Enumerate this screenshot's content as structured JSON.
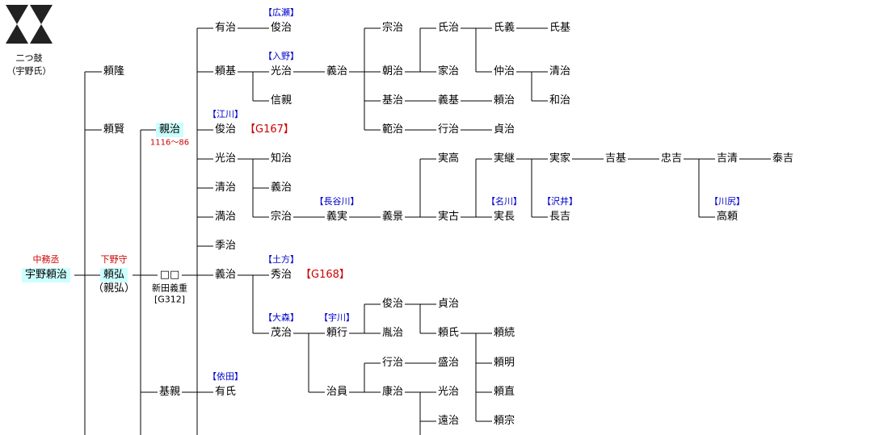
{
  "crest": {
    "name": "二つ鼓",
    "clan": "（宇野氏）",
    "icon": "futatsu-tsuzumi-crest-icon"
  },
  "colors": {
    "highlight": "#ccffff",
    "title_red": "#cc0000",
    "clan_blue": "#0000cc",
    "line": "#000000"
  },
  "people": [
    {
      "id": "yoriharu",
      "name": "宇野頼治",
      "title": "中務丞",
      "hl": true
    },
    {
      "id": "yoritaka",
      "name": "頼隆"
    },
    {
      "id": "yorikata",
      "name": "頼賢"
    },
    {
      "id": "yorihiro",
      "name": "頼弘",
      "title": "下野守",
      "alias": "（親弘）",
      "hl": true
    },
    {
      "id": "chikaharu",
      "name": "親治",
      "years": "1116～86",
      "hl": true
    },
    {
      "id": "unknown",
      "name": "□□",
      "sub": [
        "新田義重",
        "[G312]"
      ]
    },
    {
      "id": "motochika",
      "name": "基親"
    },
    {
      "id": "ariharu",
      "name": "有治"
    },
    {
      "id": "yorimoto",
      "name": "頼基"
    },
    {
      "id": "toshiharu1",
      "name": "俊治",
      "clan": "【江川】",
      "ref": "【G167】"
    },
    {
      "id": "mitsuharu1",
      "name": "光治"
    },
    {
      "id": "kiyoharu",
      "name": "清治"
    },
    {
      "id": "mitsuharu2",
      "name": "満治"
    },
    {
      "id": "sueharu",
      "name": "季治"
    },
    {
      "id": "yoshiharu1",
      "name": "義治"
    },
    {
      "id": "ariuji",
      "name": "有氏",
      "clan": "【依田】"
    },
    {
      "id": "toshiharu2",
      "name": "俊治",
      "clan": "【広瀬】"
    },
    {
      "id": "mitsuharu3",
      "name": "光治",
      "clan": "【入野】"
    },
    {
      "id": "nobuchika",
      "name": "信親"
    },
    {
      "id": "tomoharu",
      "name": "知治"
    },
    {
      "id": "yoshiharu2",
      "name": "義治"
    },
    {
      "id": "muneharu1",
      "name": "宗治"
    },
    {
      "id": "hideharu",
      "name": "秀治",
      "clan": "【土方】",
      "ref": "【G168】"
    },
    {
      "id": "shigeharu",
      "name": "茂治",
      "clan": "【大森】"
    },
    {
      "id": "yoshiharu3",
      "name": "義治"
    },
    {
      "id": "yoshizane",
      "name": "義実",
      "clan": "【長谷川】"
    },
    {
      "id": "yorinari",
      "name": "頼行",
      "clan": "【宇川】"
    },
    {
      "id": "harukazu",
      "name": "治員"
    },
    {
      "id": "muneharu2",
      "name": "宗治"
    },
    {
      "id": "tomoharu2",
      "name": "朝治"
    },
    {
      "id": "motoharu",
      "name": "基治"
    },
    {
      "id": "noriharu",
      "name": "範治"
    },
    {
      "id": "yoshikage",
      "name": "義景"
    },
    {
      "id": "toshiharu3",
      "name": "俊治"
    },
    {
      "id": "ranharu",
      "name": "胤治"
    },
    {
      "id": "yukiharu1",
      "name": "行治"
    },
    {
      "id": "yasuharu",
      "name": "康治"
    },
    {
      "id": "ujiharu",
      "name": "氏治"
    },
    {
      "id": "ieharu",
      "name": "家治"
    },
    {
      "id": "yoshimoto",
      "name": "義基"
    },
    {
      "id": "yukiharu2",
      "name": "行治"
    },
    {
      "id": "sanetaka",
      "name": "実高"
    },
    {
      "id": "sanefuru",
      "name": "実古"
    },
    {
      "id": "sadaharu1",
      "name": "貞治"
    },
    {
      "id": "yoriuji",
      "name": "頼氏"
    },
    {
      "id": "moriharu",
      "name": "盛治"
    },
    {
      "id": "mitsuharu4",
      "name": "光治"
    },
    {
      "id": "tooharu",
      "name": "遠治"
    },
    {
      "id": "ujiyoshi",
      "name": "氏義"
    },
    {
      "id": "nakaharu",
      "name": "仲治"
    },
    {
      "id": "yoriharu2",
      "name": "頼治"
    },
    {
      "id": "sadaharu2",
      "name": "貞治"
    },
    {
      "id": "sanetsugu",
      "name": "実継"
    },
    {
      "id": "sanenaga",
      "name": "実長",
      "clan": "【名川】"
    },
    {
      "id": "yoritsugu",
      "name": "頼続"
    },
    {
      "id": "yoriaki",
      "name": "頼明"
    },
    {
      "id": "yorinao",
      "name": "頼直"
    },
    {
      "id": "yorimune",
      "name": "頼宗"
    },
    {
      "id": "ujimoto",
      "name": "氏基"
    },
    {
      "id": "kiyoharu2",
      "name": "清治"
    },
    {
      "id": "kazuharu",
      "name": "和治"
    },
    {
      "id": "saneie",
      "name": "実家"
    },
    {
      "id": "nagayoshi",
      "name": "長吉",
      "clan": "【沢井】"
    },
    {
      "id": "yoshimoto2",
      "name": "吉基"
    },
    {
      "id": "tadayoshi",
      "name": "忠吉"
    },
    {
      "id": "yoshikiyo",
      "name": "吉清"
    },
    {
      "id": "takayori",
      "name": "高頼",
      "clan": "【川尻】"
    },
    {
      "id": "yasuyoshi",
      "name": "泰吉"
    }
  ]
}
